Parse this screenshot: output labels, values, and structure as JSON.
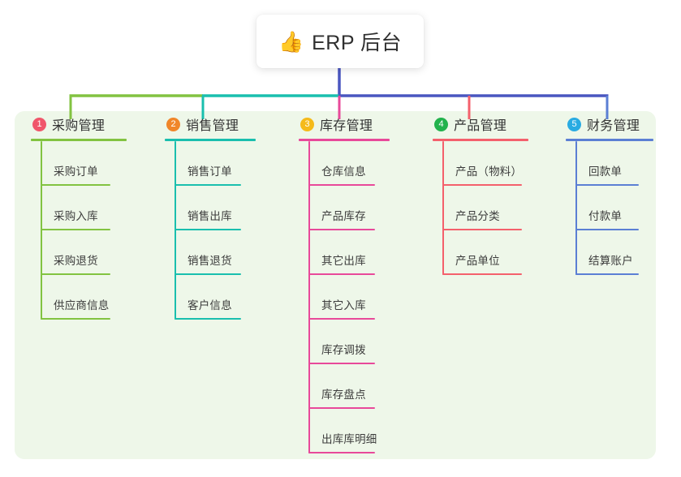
{
  "diagram": {
    "type": "mind-map",
    "title": "ERP 后台",
    "root": {
      "label": "ERP 后台",
      "icon": "thumbs-up-icon",
      "emoji": "👍",
      "line_color": "#4A56C0"
    },
    "panel_color": "#eef7e9",
    "trunk": {
      "segments": [
        {
          "name": "green-segment",
          "color": "#82C341"
        },
        {
          "name": "teal-segment",
          "color": "#1ABFAE"
        },
        {
          "name": "indigo-segment",
          "color": "#4A56C0"
        }
      ]
    },
    "branches": [
      {
        "index": "1",
        "title": "采购管理",
        "badge_color": "#F0566B",
        "line_color": "#82C341",
        "items": [
          {
            "label": "采购订单"
          },
          {
            "label": "采购入库"
          },
          {
            "label": "采购退货"
          },
          {
            "label": "供应商信息"
          }
        ]
      },
      {
        "index": "2",
        "title": "销售管理",
        "badge_color": "#F0862A",
        "line_color": "#1ABFAE",
        "items": [
          {
            "label": "销售订单"
          },
          {
            "label": "销售出库"
          },
          {
            "label": "销售退货"
          },
          {
            "label": "客户信息"
          }
        ]
      },
      {
        "index": "3",
        "title": "库存管理",
        "badge_color": "#F5BA1A",
        "line_color": "#E8499A",
        "items": [
          {
            "label": "仓库信息"
          },
          {
            "label": "产品库存"
          },
          {
            "label": "其它出库"
          },
          {
            "label": "其它入库"
          },
          {
            "label": "库存调拨"
          },
          {
            "label": "库存盘点"
          },
          {
            "label": "出库库明细"
          }
        ]
      },
      {
        "index": "4",
        "title": "产品管理",
        "badge_color": "#22B24C",
        "line_color": "#F4606C",
        "items": [
          {
            "label": "产品（物料）"
          },
          {
            "label": "产品分类"
          },
          {
            "label": "产品单位"
          }
        ]
      },
      {
        "index": "5",
        "title": "财务管理",
        "badge_color": "#29ABE2",
        "line_color": "#5B7FD4",
        "items": [
          {
            "label": "回款单"
          },
          {
            "label": "付款单"
          },
          {
            "label": "结算账户"
          }
        ]
      }
    ]
  }
}
